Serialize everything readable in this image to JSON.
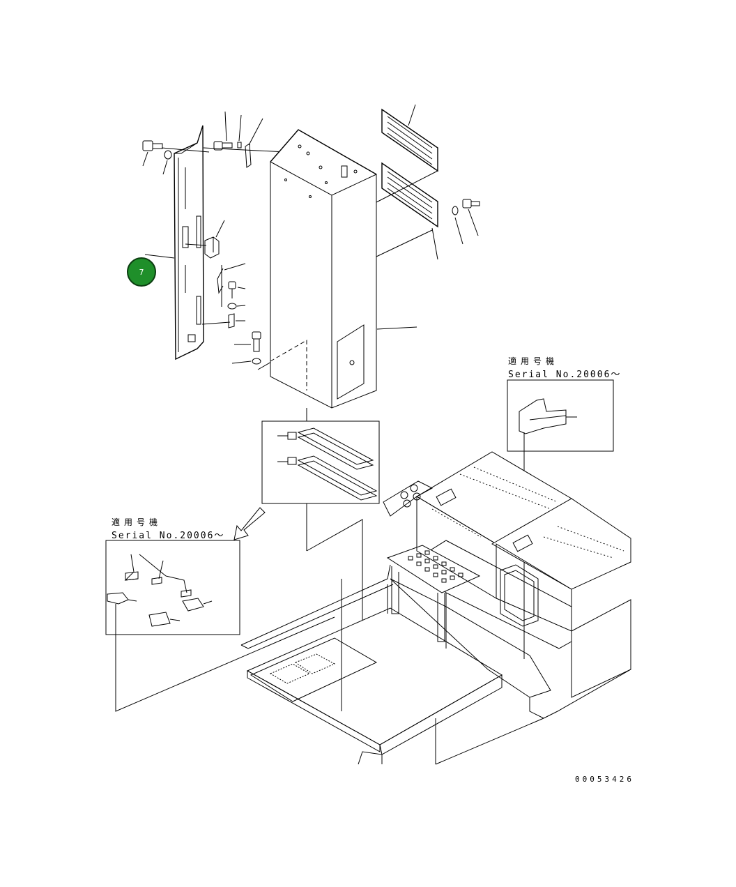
{
  "callout": {
    "number": "7",
    "color": "#1f8f2a"
  },
  "serial_note_right": {
    "japanese": "適用号機",
    "serial": "Serial No.20006～"
  },
  "serial_note_left": {
    "japanese": "適用号機",
    "serial": "Serial No.20006～"
  },
  "drawing_number": "00053426"
}
